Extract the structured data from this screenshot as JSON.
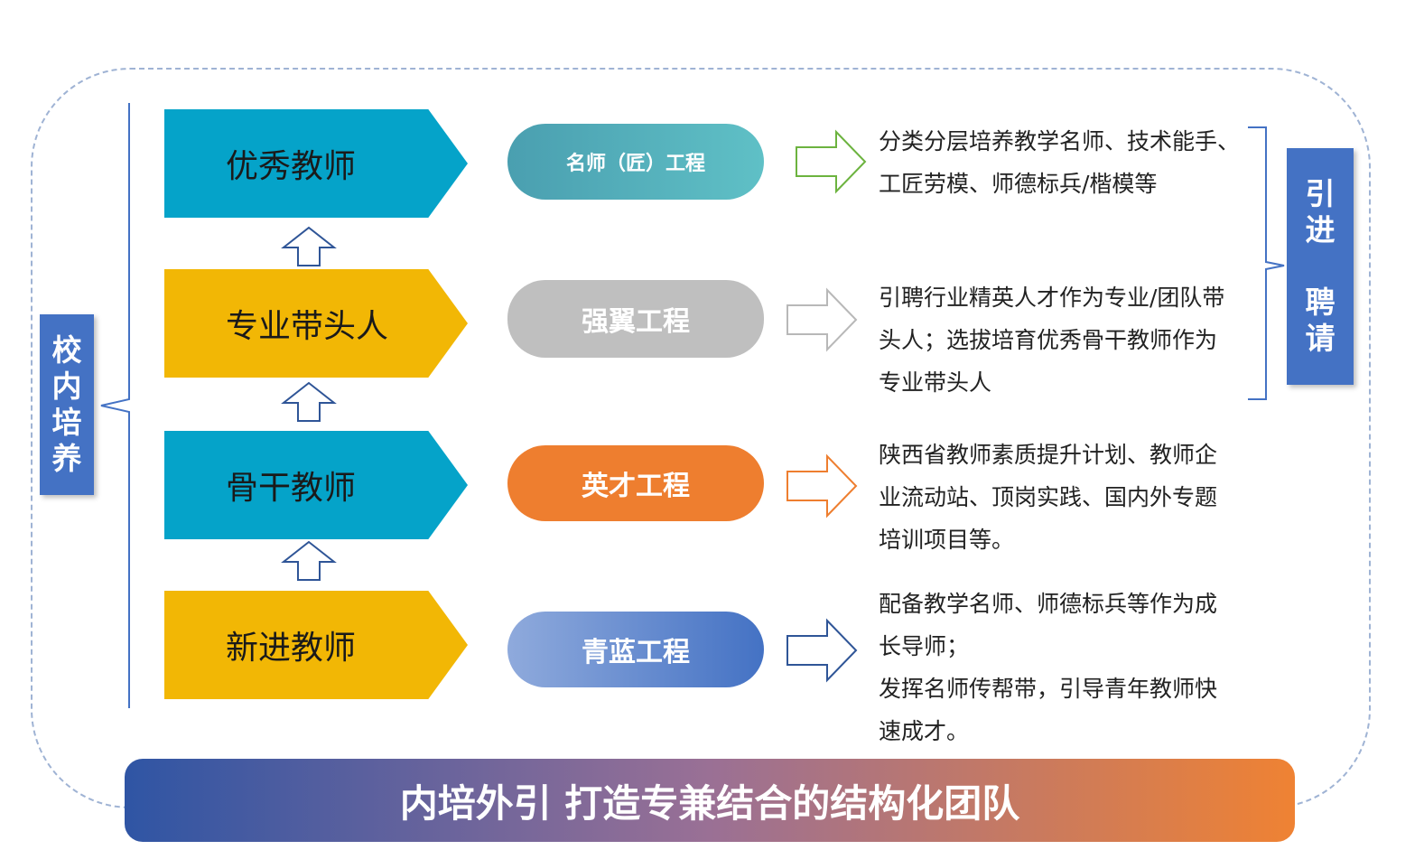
{
  "left_label": [
    "校",
    "内",
    "培",
    "养"
  ],
  "right_label": [
    "引",
    "进",
    "聘",
    "请"
  ],
  "stages": [
    {
      "label": "优秀教师",
      "color": "#05a3c9"
    },
    {
      "label": "专业带头人",
      "color": "#f2b705"
    },
    {
      "label": "骨干教师",
      "color": "#05a3c9"
    },
    {
      "label": "新进教师",
      "color": "#f2b705"
    }
  ],
  "projects": [
    {
      "label": "名师（匠）工程",
      "gradient": [
        "#4a9fb0",
        "#5fc0c6"
      ],
      "arrow_color": "#6cb33f"
    },
    {
      "label": "强翼工程",
      "gradient": [
        "#b9b9b9",
        "#c4c4c4"
      ],
      "arrow_color": "#b8b8b8"
    },
    {
      "label": "英才工程",
      "gradient": [
        "#ee7e2f",
        "#ee7e2f"
      ],
      "arrow_color": "#ee7e2f"
    },
    {
      "label": "青蓝工程",
      "gradient": [
        "#8faadc",
        "#4472c4"
      ],
      "arrow_color": "#2f5597"
    }
  ],
  "descriptions": [
    [
      "分类分层培养教学名师、技术能手、",
      "工匠劳模、师德标兵/楷模等"
    ],
    [
      "引聘行业精英人才作为专业/团队带",
      "头人；选拔培育优秀骨干教师作为",
      "专业带头人"
    ],
    [
      "陕西省教师素质提升计划、教师企",
      "业流动站、顶岗实践、国内外专题",
      "培训项目等。"
    ],
    [
      "配备教学名师、师德标兵等作为成",
      "长导师；",
      "发挥名师传帮带，引导青年教师快",
      "速成才。"
    ]
  ],
  "banner": "内培外引 打造专兼结合的结构化团队",
  "colors": {
    "label_bg": "#4472c4",
    "frame": "#9fb3d4",
    "bracket": "#4472c4"
  }
}
